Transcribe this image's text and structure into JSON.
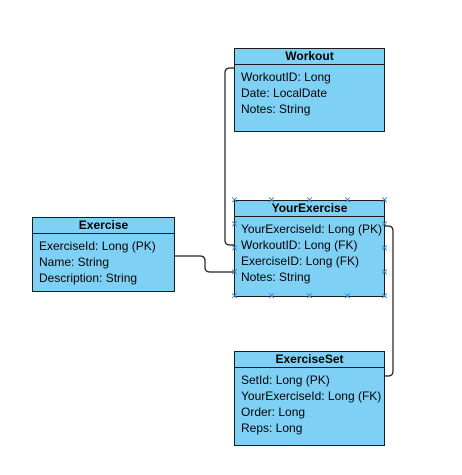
{
  "colors": {
    "entity_fill": "#7fd0f5",
    "entity_border": "#1b1b1b",
    "connector": "#1b1b1b",
    "selection_handle": "#2a86c9"
  },
  "entities": {
    "workout": {
      "title": "Workout",
      "fields": [
        "WorkoutID: Long",
        "Date: LocalDate",
        "Notes: String"
      ]
    },
    "exercise": {
      "title": "Exercise",
      "fields": [
        "ExerciseId: Long (PK)",
        "Name: String",
        "Description: String"
      ]
    },
    "your_exercise": {
      "title": "YourExercise",
      "selected": true,
      "fields": [
        "YourExerciseId: Long (PK)",
        "WorkoutID: Long (FK)",
        "ExerciseID: Long (FK)",
        "Notes: String"
      ]
    },
    "exercise_set": {
      "title": "ExerciseSet",
      "fields": [
        "SetId: Long (PK)",
        "YourExerciseId: Long (FK)",
        "Order: Long",
        "Reps: Long"
      ]
    }
  },
  "relationships": [
    {
      "from": "workout.WorkoutID",
      "to": "your_exercise.WorkoutID"
    },
    {
      "from": "exercise.ExerciseId",
      "to": "your_exercise.ExerciseID"
    },
    {
      "from": "your_exercise.YourExerciseId",
      "to": "exercise_set.YourExerciseId"
    }
  ],
  "selection_handle_icon": "cross-icon"
}
